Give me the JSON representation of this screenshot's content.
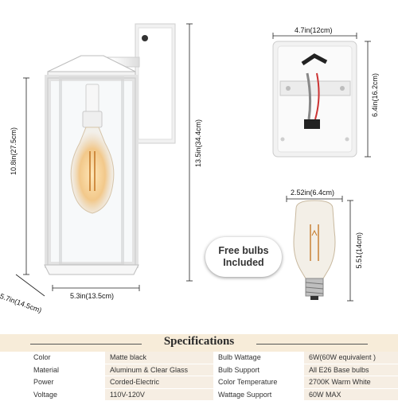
{
  "dimensions": {
    "lamp_height": "10.8in(27.5cm)",
    "overall_height": "13.5in(34.4cm)",
    "width": "5.3in(13.5cm)",
    "depth": "5.7in(14.5cm)",
    "backplate_width": "4.7in(12cm)",
    "backplate_height": "6.4in(16.2cm)",
    "bulb_width": "2.52in(6.4cm)",
    "bulb_height": "5.51(14cm)"
  },
  "badge": {
    "line1": "Free bulbs",
    "line2": "Included"
  },
  "specifications": {
    "title": "Specifications",
    "rows": [
      {
        "label": "Color",
        "value": "Matte black",
        "label2": "Bulb Wattage",
        "value2": "6W(60W equivalent )"
      },
      {
        "label": "Material",
        "value": "Aluminum & Clear Glass",
        "label2": "Bulb Support",
        "value2": "All E26 Base bulbs"
      },
      {
        "label": "Power",
        "value": "Corded-Electric",
        "label2": "Color Temperature",
        "value2": "2700K Warm White"
      },
      {
        "label": "Voltage",
        "value": "110V-120V",
        "label2": "Wattage Support",
        "value2": "60W MAX"
      }
    ]
  },
  "colors": {
    "spec_band": "#f7ecd9",
    "spec_cell": "#f6eee3",
    "fixture": "#f4f4f4",
    "bulb_glow": "#f2c88a"
  }
}
